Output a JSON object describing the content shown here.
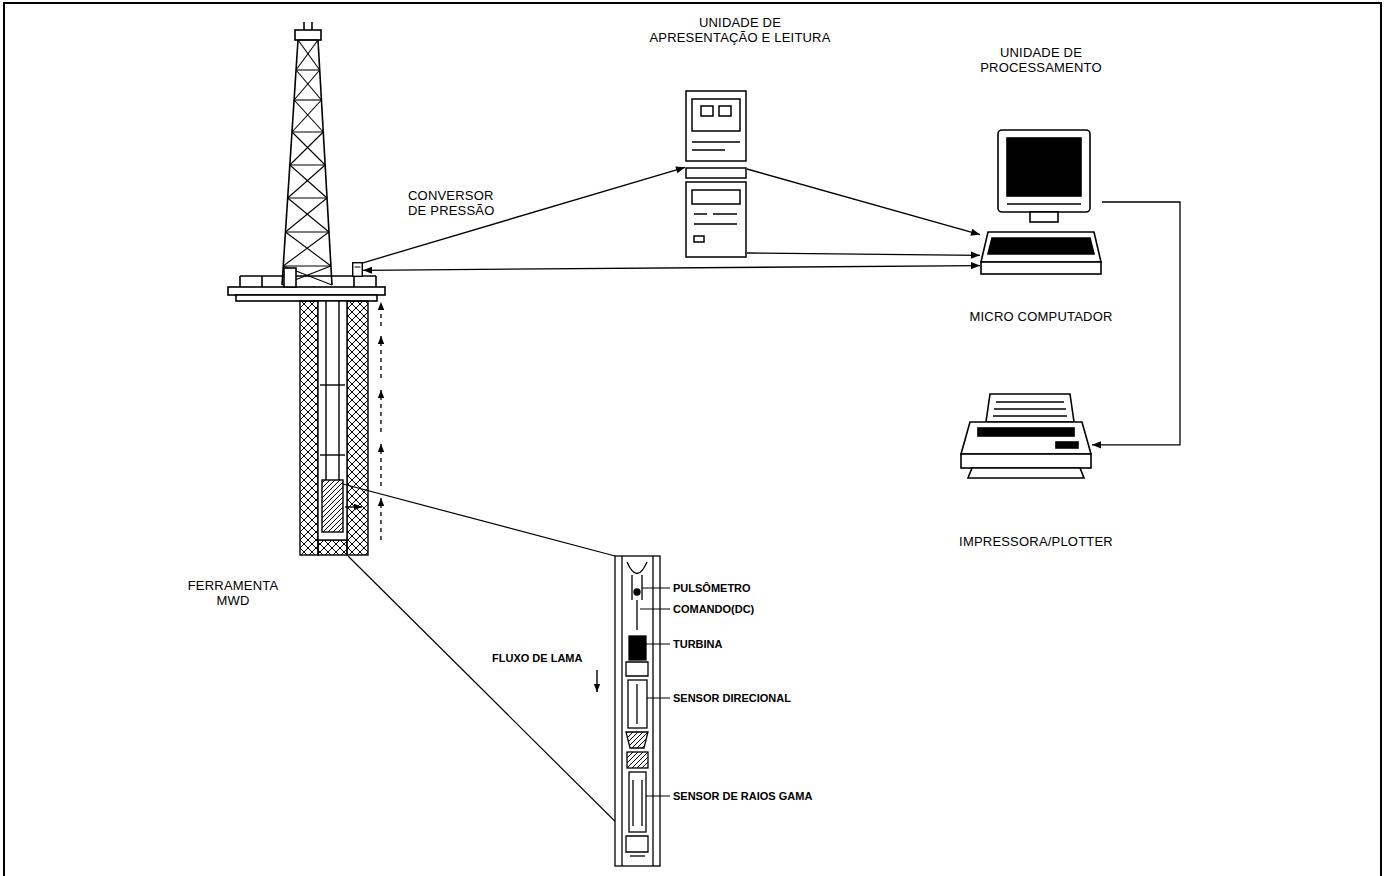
{
  "diagram": {
    "nodes": [
      {
        "text": [
          "CONVERSOR DE PRESSÃO"
        ]
      },
      {
        "text": [
          "UNIDADE DE APRESENTAÇÃO E LEITURA"
        ]
      },
      {
        "text": [
          "UNIDADE DE PROCESSAMENTO",
          "MICRO COMPUTADOR"
        ]
      },
      {
        "text": [
          "IMPRESSORA/PLOTTER"
        ]
      }
    ],
    "edges": [
      {
        "from": 0,
        "to": 1,
        "arrow": "to"
      },
      {
        "from": 0,
        "to": 2,
        "arrow": "both"
      },
      {
        "from": 1,
        "to": 2,
        "arrow": "to"
      },
      {
        "from": 1,
        "to": 2,
        "arrow": "to"
      },
      {
        "from": 2,
        "to": 3,
        "arrow": "to"
      }
    ],
    "labels": [
      "FERRAMENTA MWD",
      "PULSÔMETRO",
      "COMANDO(DC)",
      "TURBINA",
      "SENSOR DIRECIONAL",
      "SENSOR DE RAIOS GAMA",
      "FLUXO DE LAMA"
    ]
  }
}
